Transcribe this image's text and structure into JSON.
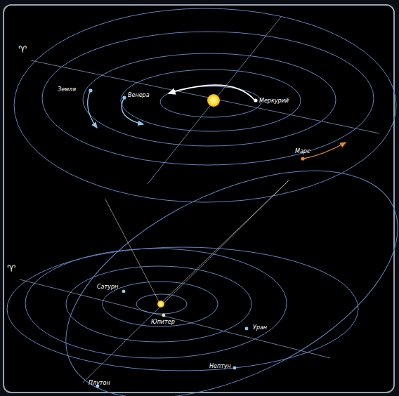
{
  "diagram": {
    "labels": [
      "♈",
      "Земля",
      "Венера",
      "Меркурий",
      "Марс",
      "♈",
      "Сатурн",
      "Юпитер",
      "Уран",
      "Нептун",
      "Плутон"
    ]
  }
}
